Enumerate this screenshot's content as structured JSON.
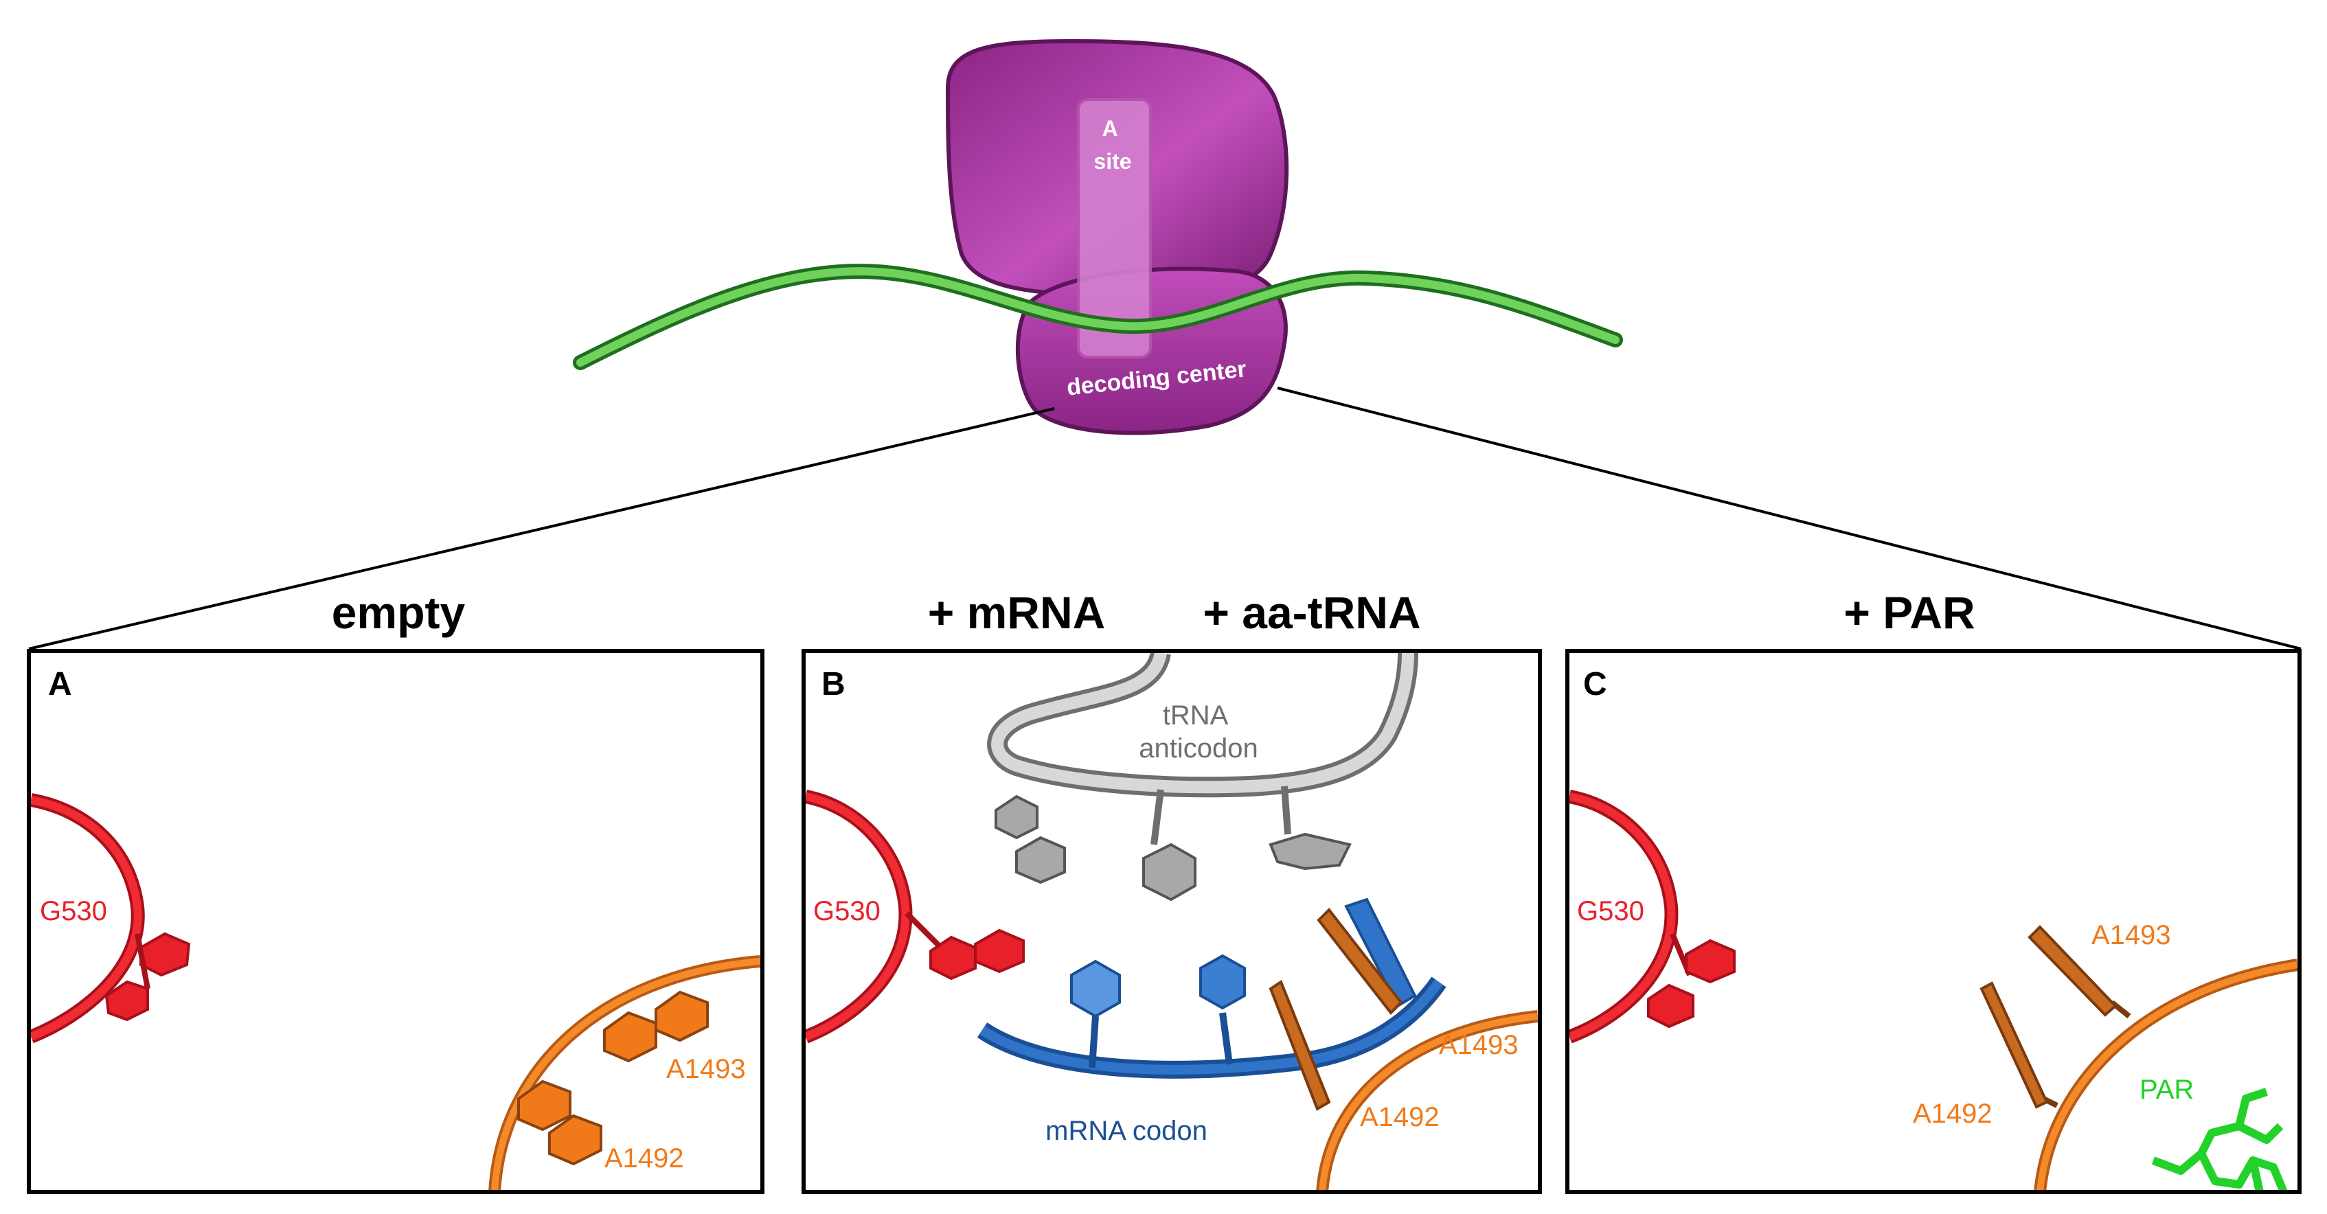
{
  "colors": {
    "ribosome_dark": "#7b1f78",
    "ribosome_mid": "#a93aa3",
    "ribosome_light": "#d56fcf",
    "mrna_green": "#3aa83a",
    "g530_red": "#e8202a",
    "a1492_orange": "#f07a1a",
    "base_orange_dark": "#b85a14",
    "trna_gray": "#9a9a9a",
    "trna_gray_dark": "#6e6e6e",
    "mrna_codon_blue": "#1f5fb0",
    "mrna_codon_blue_light": "#4f8fdc",
    "par_green": "#22d12a",
    "text_black": "#000000"
  },
  "ribosome": {
    "a_site_label_line1": "A",
    "a_site_label_line2": "site",
    "decoding_center_label": "decoding center"
  },
  "panels": [
    {
      "id": "A",
      "letter": "A",
      "title": "empty",
      "labels": {
        "g530": "G530",
        "a1493": "A1493",
        "a1492": "A1492"
      }
    },
    {
      "id": "B",
      "letter": "B",
      "title_part1": "+ mRNA",
      "title_part2": "+ aa-tRNA",
      "labels": {
        "g530": "G530",
        "trna_line1": "tRNA",
        "trna_line2": "anticodon",
        "mrna_codon": "mRNA codon",
        "a1493": "A1493",
        "a1492": "A1492"
      }
    },
    {
      "id": "C",
      "letter": "C",
      "title": "+ PAR",
      "labels": {
        "g530": "G530",
        "a1493": "A1493",
        "a1492": "A1492",
        "par": "PAR"
      }
    }
  ]
}
